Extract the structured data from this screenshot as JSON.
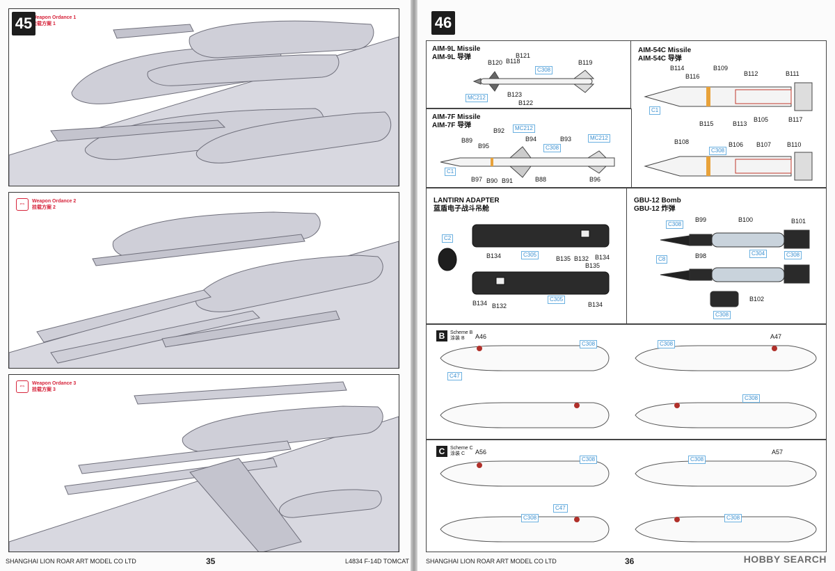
{
  "left_page": {
    "step_number": "45",
    "panels": [
      {
        "title_en": "Weapon Ordance 1",
        "title_cn": "挂载方案 1"
      },
      {
        "title_en": "Weapon Ordance 2",
        "title_cn": "挂载方案 2"
      },
      {
        "title_en": "Weapon Ordance 3",
        "title_cn": "挂载方案 3"
      }
    ],
    "footer_company": "SHANGHAI LION ROAR ART MODEL CO LTD",
    "page_number": "35",
    "footer_product": "L4834 F-14D TOMCAT"
  },
  "right_page": {
    "step_number": "46",
    "aim9l": {
      "title_en": "AIM-9L Missile",
      "title_cn": "AIM-9L 导弹",
      "labels": [
        "B120",
        "B118",
        "B121",
        "B119",
        "B123",
        "B122"
      ],
      "decals": [
        "C308",
        "MC212"
      ]
    },
    "aim54c": {
      "title_en": "AIM-54C Missile",
      "title_cn": "AIM-54C 导弹",
      "labels": [
        "B114",
        "B116",
        "B109",
        "B112",
        "B111",
        "B115",
        "B113",
        "B105",
        "B117",
        "B108",
        "B106",
        "B107",
        "B110"
      ],
      "decals": [
        "C1",
        "C308"
      ]
    },
    "aim7f": {
      "title_en": "AIM-7F Missile",
      "title_cn": "AIM-7F 导弹",
      "labels": [
        "B89",
        "B95",
        "B92",
        "B94",
        "B93",
        "B97",
        "B90",
        "B91",
        "B88",
        "B96"
      ],
      "decals": [
        "MC212",
        "C308",
        "MC212",
        "C1"
      ]
    },
    "lantirn": {
      "title_en": "LANTIRN ADAPTER",
      "title_cn": "蓝盾电子战斗吊舱",
      "labels": [
        "B134",
        "B135",
        "B132",
        "B134",
        "B135",
        "B134",
        "B132",
        "B134"
      ],
      "decals": [
        "C2",
        "C305",
        "C305"
      ]
    },
    "gbu12": {
      "title_en": "GBU-12 Bomb",
      "title_cn": "GBU-12 炸弹",
      "labels": [
        "B99",
        "B100",
        "B101",
        "B98",
        "B102"
      ],
      "decals": [
        "C308",
        "C8",
        "C304",
        "C308",
        "C308"
      ]
    },
    "scheme_b": {
      "badge": "B",
      "name_en": "Scheme B",
      "name_cn": "涂装 B",
      "labels": [
        "A46",
        "A47"
      ],
      "decals": [
        "C308",
        "C308",
        "C47",
        "C308"
      ]
    },
    "scheme_c": {
      "badge": "C",
      "name_en": "Scheme C",
      "name_cn": "涂装 C",
      "labels": [
        "A56",
        "A57"
      ],
      "decals": [
        "C308",
        "C308",
        "C47",
        "C308",
        "C308"
      ]
    },
    "footer_company": "SHANGHAI LION ROAR ART MODEL CO LTD",
    "page_number": "36",
    "watermark": "HOBBY SEARCH"
  },
  "colors": {
    "accent_red": "#d6233a",
    "decal_blue": "#3a8fd0",
    "step_badge": "#1d1d1d",
    "aircraft_grey": "#cfcfd8"
  }
}
